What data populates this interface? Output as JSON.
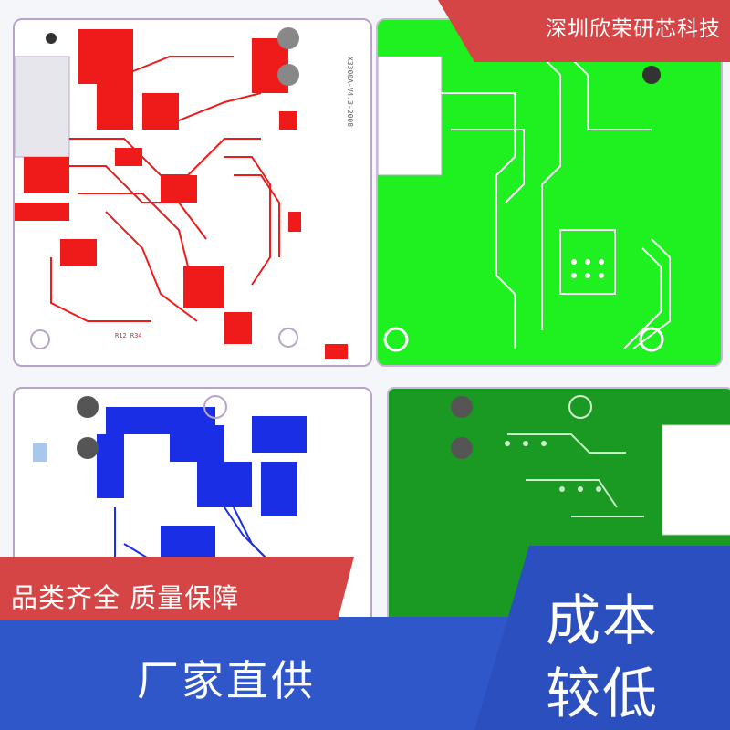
{
  "banner": {
    "company": "深圳欣荣研芯科技"
  },
  "ribbon": {
    "text": "品类齐全  质量保障"
  },
  "footer": {
    "factory": "厂家直供",
    "cost_line1": "成本",
    "cost_line2": "较低"
  },
  "colors": {
    "red_banner": "#d64545",
    "blue_band": "#2f57c9",
    "pcb_red": "#ef1a1a",
    "pcb_lime": "#1ff01f",
    "pcb_blue": "#1a2ee6",
    "pcb_dark_green": "#1a9a22"
  },
  "pcb_labels": {
    "board_id": "X3300A-V4.3-2008",
    "net_label": "R12 R34"
  }
}
